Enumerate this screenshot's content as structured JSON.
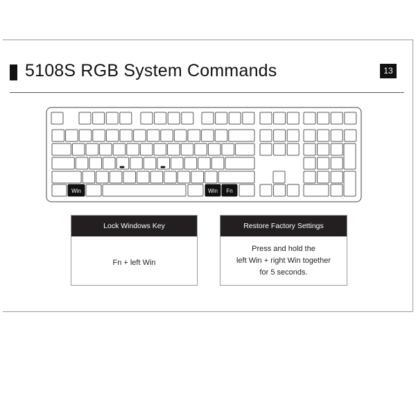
{
  "header": {
    "title": "5108S RGB System Commands",
    "page_number": "13"
  },
  "keyboard": {
    "highlight_color": "#111111",
    "labels": {
      "left_win": "Win",
      "right_win": "Win",
      "fn": "Fn"
    }
  },
  "commands": [
    {
      "heading": "Lock Windows Key",
      "lines": [
        "Fn + left Win"
      ]
    },
    {
      "heading": "Restore Factory Settings",
      "lines": [
        "Press and hold the",
        "left Win + right Win together",
        "for 5 seconds."
      ]
    }
  ]
}
